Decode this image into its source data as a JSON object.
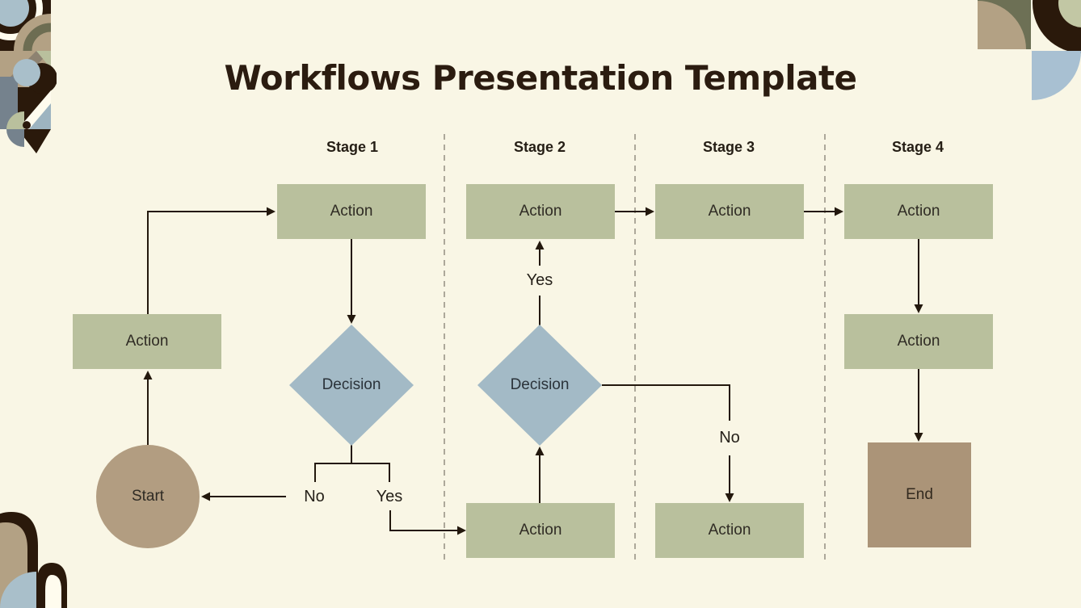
{
  "title": "Workflows Presentation Template",
  "stages": [
    {
      "label": "Stage 1"
    },
    {
      "label": "Stage 2"
    },
    {
      "label": "Stage 3"
    },
    {
      "label": "Stage 4"
    }
  ],
  "nodes": [
    {
      "id": "stage1-action-top",
      "type": "action",
      "label": "Action"
    },
    {
      "id": "loop-action-left",
      "type": "action",
      "label": "Action"
    },
    {
      "id": "stage1-decision",
      "type": "decision",
      "label": "Decision"
    },
    {
      "id": "start",
      "type": "start",
      "label": "Start"
    },
    {
      "id": "stage2-action-top",
      "type": "action",
      "label": "Action"
    },
    {
      "id": "stage2-decision",
      "type": "decision",
      "label": "Decision"
    },
    {
      "id": "stage2-action-bottom",
      "type": "action",
      "label": "Action"
    },
    {
      "id": "stage3-action-top",
      "type": "action",
      "label": "Action"
    },
    {
      "id": "stage3-action-bottom",
      "type": "action",
      "label": "Action"
    },
    {
      "id": "stage4-action-top",
      "type": "action",
      "label": "Action"
    },
    {
      "id": "stage4-action-mid",
      "type": "action",
      "label": "Action"
    },
    {
      "id": "end",
      "type": "end",
      "label": "End"
    }
  ],
  "edge_labels": [
    {
      "id": "stage1-no",
      "label": "No"
    },
    {
      "id": "stage1-yes",
      "label": "Yes"
    },
    {
      "id": "stage2-yes",
      "label": "Yes"
    },
    {
      "id": "stage3-no",
      "label": "No"
    }
  ],
  "colors": {
    "background": "#f9f6e5",
    "action_fill": "#b9c09d",
    "decision_fill": "#a3bac6",
    "start_fill": "#b29d81",
    "end_fill": "#ab9478",
    "connector": "#23180d",
    "separator_dash": "#9a9488",
    "title_text": "#2b1c10",
    "decor_dark_brown": "#2a190b",
    "decor_tan": "#b3a184",
    "decor_blue": "#a9bfca",
    "decor_olive": "#6d7055",
    "decor_sage": "#c2c7a4",
    "decor_slate": "#75828d"
  }
}
